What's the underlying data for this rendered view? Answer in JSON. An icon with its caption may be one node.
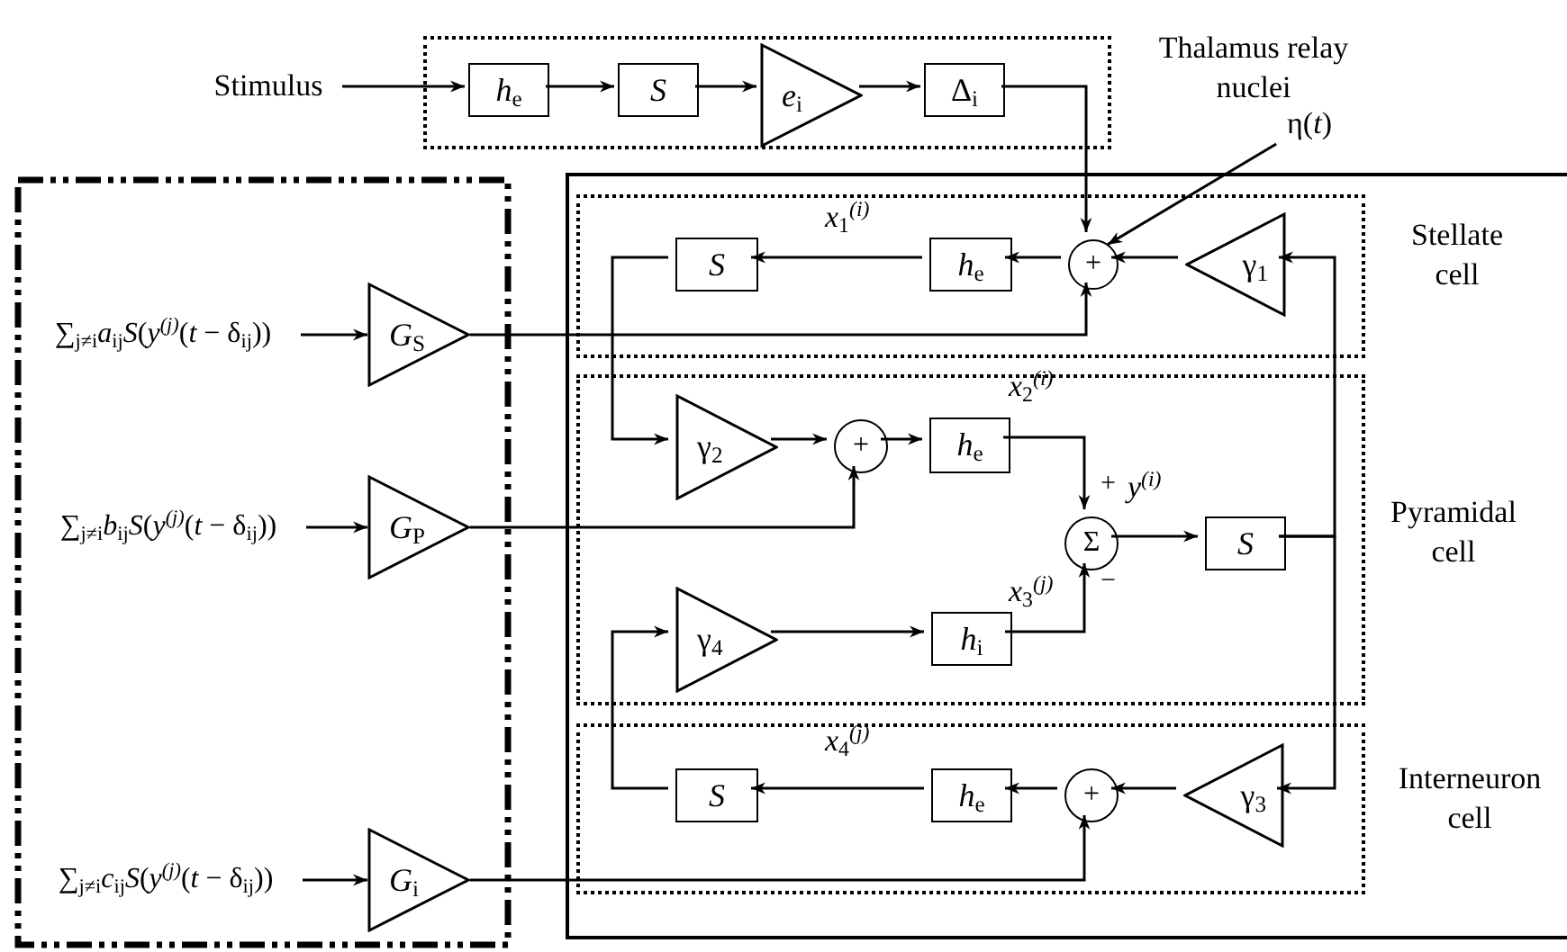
{
  "diagram": {
    "nodes": [
      {
        "text": [],
        "shape": "box"
      },
      {
        "text": [
          "Stimulus"
        ]
      },
      {
        "text": [
          "*h*$_{e}$"
        ],
        "in": 0
      },
      {
        "text": [
          "*S*"
        ],
        "in": 0
      },
      {
        "text": [
          "*e*$_{i}$"
        ],
        "in": 0
      },
      {
        "text": [
          "Δ$_{i}$"
        ],
        "in": 0
      },
      {
        "text": [
          "η(*t*)"
        ]
      },
      {
        "text": [],
        "shape": "box"
      },
      {
        "text": [
          "∑$_{j≠i}$*a*$_{ij}$*S*(*y*$^{(j)}$(*t* − δ$_{ij}$))"
        ],
        "in": 7
      },
      {
        "text": [
          "*G*$_{S}$"
        ],
        "in": 7
      },
      {
        "text": [
          "∑$_{j≠i}$*b*$_{ij}$*S*(*y*$^{(j)}$(*t* − δ$_{ij}$))"
        ],
        "in": 7
      },
      {
        "text": [
          "*G*$_{P}$"
        ],
        "in": 7
      },
      {
        "text": [
          "∑$_{j≠i}$*c*$_{ij}$*S*(*y*$^{(j)}$(*t* − δ$_{ij}$))"
        ],
        "in": 7
      },
      {
        "text": [
          "*G*$_{i}$"
        ],
        "in": 7
      },
      {
        "text": [],
        "shape": "box"
      },
      {
        "text": [],
        "shape": "box",
        "in": 14,
        "beside": [
          "Stellate cell"
        ]
      },
      {
        "text": [
          "*S*"
        ],
        "in": 15
      },
      {
        "text": [
          "*h*$_{e}$"
        ],
        "in": 15
      },
      {
        "text": [
          "+"
        ],
        "in": 15
      },
      {
        "text": [
          "γ$_{1}$"
        ],
        "in": 15
      },
      {
        "text": [],
        "shape": "box",
        "in": 14,
        "beside": [
          "Pyramidal cell"
        ]
      },
      {
        "text": [
          "γ$_{2}$"
        ],
        "in": 20
      },
      {
        "text": [
          "+"
        ],
        "in": 20
      },
      {
        "text": [
          "*h*$_{e}$"
        ],
        "in": 20
      },
      {
        "text": [
          "Σ"
        ],
        "in": 20
      },
      {
        "text": [
          "*S*"
        ],
        "in": 20
      },
      {
        "text": [
          "γ$_{4}$"
        ],
        "in": 20
      },
      {
        "text": [
          "*h*$_{i}$"
        ],
        "in": 20
      },
      {
        "text": [],
        "shape": "box",
        "in": 14,
        "beside": [
          "Interneuron cell"
        ]
      },
      {
        "text": [
          "*S*"
        ],
        "in": 28
      },
      {
        "text": [
          "*h*$_{e}$"
        ],
        "in": 28
      },
      {
        "text": [
          "+"
        ],
        "in": 28
      },
      {
        "text": [
          "γ$_{3}$"
        ],
        "in": 28
      }
    ],
    "edges": [
      {
        "from": 1,
        "to": 2,
        "arrow": "to"
      },
      {
        "from": 2,
        "to": 3,
        "arrow": "to"
      },
      {
        "from": 3,
        "to": 4,
        "arrow": "to"
      },
      {
        "from": 4,
        "to": 5,
        "arrow": "to"
      },
      {
        "from": 5,
        "to": 18,
        "arrow": "to"
      },
      {
        "from": 6,
        "to": 18,
        "arrow": "to"
      },
      {
        "from": 8,
        "to": 9,
        "arrow": "to"
      },
      {
        "from": 10,
        "to": 11,
        "arrow": "to"
      },
      {
        "from": 12,
        "to": 13,
        "arrow": "to"
      },
      {
        "from": 9,
        "to": 18,
        "arrow": "to"
      },
      {
        "from": 19,
        "to": 18,
        "arrow": "to"
      },
      {
        "from": 18,
        "to": 17,
        "arrow": "to"
      },
      {
        "from": 17,
        "to": 16,
        "arrow": "to",
        "label": "*x*$_{1}$$^{(i)}$"
      },
      {
        "from": 16,
        "to": 21,
        "arrow": "to"
      },
      {
        "from": 21,
        "to": 22,
        "arrow": "to"
      },
      {
        "from": 11,
        "to": 22,
        "arrow": "to"
      },
      {
        "from": 22,
        "to": 23,
        "arrow": "to"
      },
      {
        "from": 23,
        "to": 24,
        "arrow": "to",
        "label": "*x*$_{2}$$^{(i)}$"
      },
      {
        "from": 24,
        "to": 25,
        "arrow": "to",
        "label": "*y*$^{(i)}$"
      },
      {
        "from": 26,
        "to": 27,
        "arrow": "to"
      },
      {
        "from": 27,
        "to": 24,
        "arrow": "to",
        "label": "*x*$_{3}$$^{(j)}$"
      },
      {
        "from": 25,
        "to": 19,
        "arrow": "to"
      },
      {
        "from": 25,
        "to": 32,
        "arrow": "to"
      },
      {
        "from": 32,
        "to": 31,
        "arrow": "to"
      },
      {
        "from": 13,
        "to": 31,
        "arrow": "to"
      },
      {
        "from": 31,
        "to": 30,
        "arrow": "to"
      },
      {
        "from": 30,
        "to": 29,
        "arrow": "to",
        "label": "*x*$_{4}$$^{(j)}$"
      },
      {
        "from": 29,
        "to": 26,
        "arrow": "to"
      }
    ],
    "labels": [
      "Thalamus relay nuclei",
      "+",
      "−"
    ]
  }
}
